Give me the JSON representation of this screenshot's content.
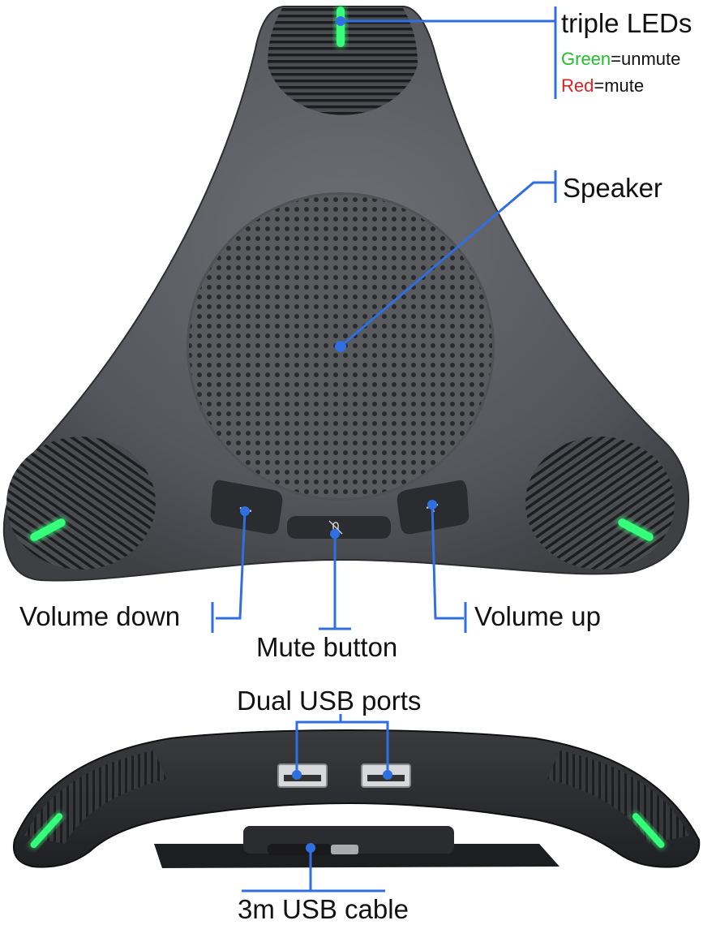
{
  "labels": {
    "leds_title": "triple LEDs",
    "leds_green_word": "Green",
    "leds_green_rest": "=unmute",
    "leds_red_word": "Red",
    "leds_red_rest": "=mute",
    "speaker": "Speaker",
    "volume_down": "Volume down",
    "mute_button": "Mute button",
    "volume_up": "Volume up",
    "dual_usb": "Dual USB ports",
    "usb_cable": "3m USB cable"
  },
  "colors": {
    "callout_line": "#2f6fe0",
    "led_green": "#36ff7a",
    "text_green": "#1fbf2a",
    "text_red": "#e02020",
    "device_body": "#5a5c60",
    "device_dark": "#2a2b2e"
  },
  "icons": {
    "minus_button": "minus-icon",
    "mute_button": "mic-mute-icon",
    "plus_button": "plus-icon"
  }
}
